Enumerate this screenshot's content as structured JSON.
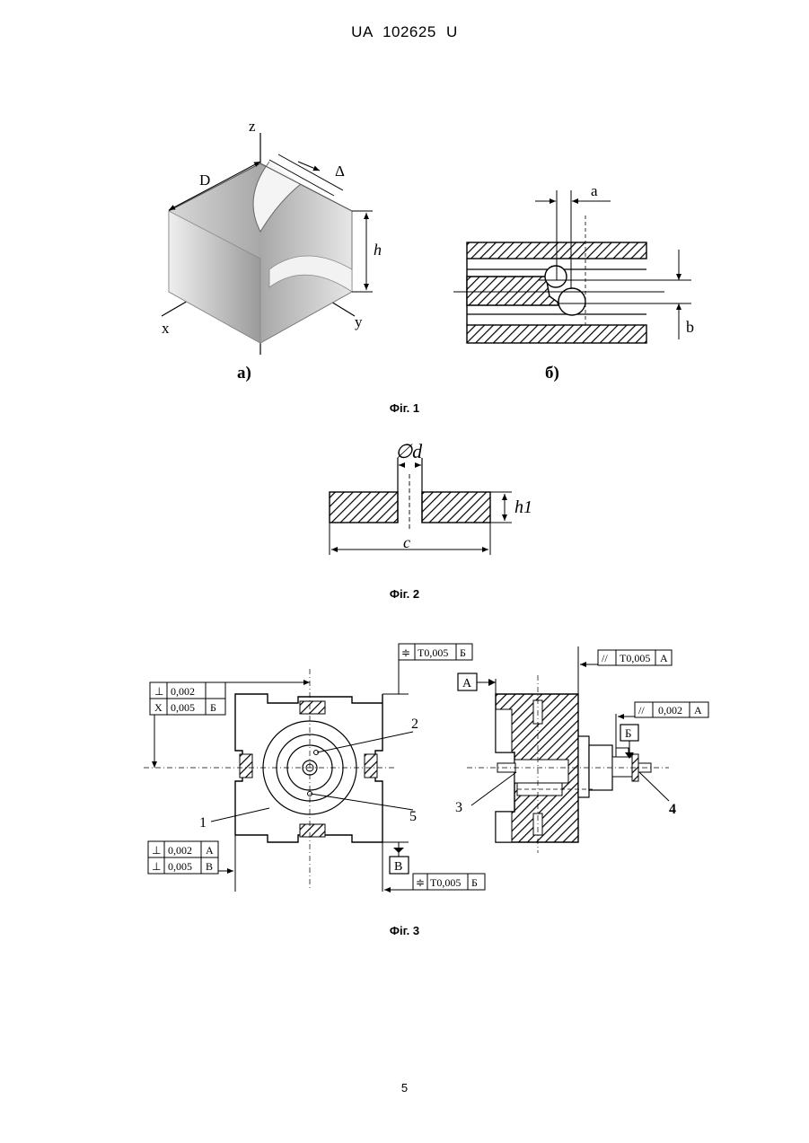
{
  "header": "UA   102625   U",
  "fig1": {
    "caption": "Фіг. 1",
    "a": {
      "sub_label": "а)",
      "axis_z": "z",
      "axis_x": "x",
      "axis_y": "y",
      "D": "D",
      "delta": "Δ",
      "h": "h"
    },
    "b": {
      "sub_label": "б)",
      "a": "a",
      "b": "b"
    }
  },
  "fig2": {
    "caption": "Фіг. 2",
    "d": "∅d",
    "h1": "h1",
    "c": "c"
  },
  "fig3": {
    "caption": "Фіг. 3",
    "tol_top": {
      "sym": "≑",
      "val": "T0,005",
      "ref": "Б"
    },
    "tol_left": [
      {
        "sym": "⊥",
        "val": "0,002",
        "ref": ""
      },
      {
        "sym": "X",
        "val": "0,005",
        "ref": "Б"
      }
    ],
    "tol_bottom_left": [
      {
        "sym": "⊥",
        "val": "0,002",
        "ref": "A"
      },
      {
        "sym": "⊥",
        "val": "0,005",
        "ref": "B"
      }
    ],
    "tol_bottom": {
      "sym": "≑",
      "val": "T0,005",
      "ref": "Б"
    },
    "datum_A": "A",
    "datum_B": "B",
    "datum_Б": "Б",
    "tol_right_top": {
      "sym": "//",
      "val": "T0,005",
      "ref": "A"
    },
    "tol_right_mid": {
      "sym": "//",
      "val": "0,002",
      "ref": "A"
    },
    "labels": {
      "l1": "1",
      "l2": "2",
      "l3": "3",
      "l4": "4",
      "l5": "5"
    }
  },
  "page_number": "5"
}
